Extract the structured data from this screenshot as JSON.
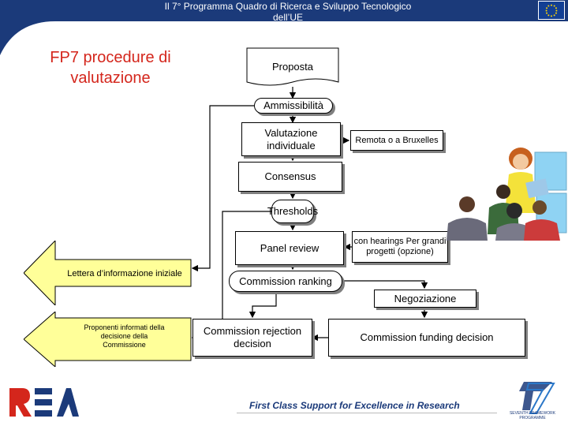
{
  "header": {
    "title": "Il 7° Programma Quadro di Ricerca e Sviluppo Tecnologico dell’UE"
  },
  "title": "FP7 procedure di valutazione",
  "flow": {
    "proposta": "Proposta",
    "ammissibilita": "Ammissibilità",
    "valutazione": "Valutazione individuale",
    "remota": "Remota o a Bruxelles",
    "consensus": "Consensus",
    "thresholds": "Thresholds",
    "panel_review": "Panel review",
    "hearings_note": "con hearings Per grandi progetti (opzione)",
    "commission_ranking": "Commission ranking",
    "negoziazione": "Negoziazione",
    "rejection": "Commission rejection decision",
    "funding": "Commission funding decision",
    "lettera": "Lettera d’informazione iniziale",
    "proponenti": "Proponenti informati della decisione della Commissione"
  },
  "footer": {
    "tagline": "First Class Support for Excellence in Research",
    "fp7_caption": "SEVENTH FRAMEWORK PROGRAMME"
  },
  "colors": {
    "header_blue": "#1b3a7a",
    "title_red": "#d4261c",
    "arrow_yellow": "#ffff99",
    "eu_flag": "#123f94",
    "rea_red": "#d4261c",
    "rea_blue": "#1b3a7a"
  },
  "icons": [
    "eu-flag-icon",
    "people-clipart-icon",
    "rea-logo-icon",
    "fp7-logo-icon"
  ]
}
